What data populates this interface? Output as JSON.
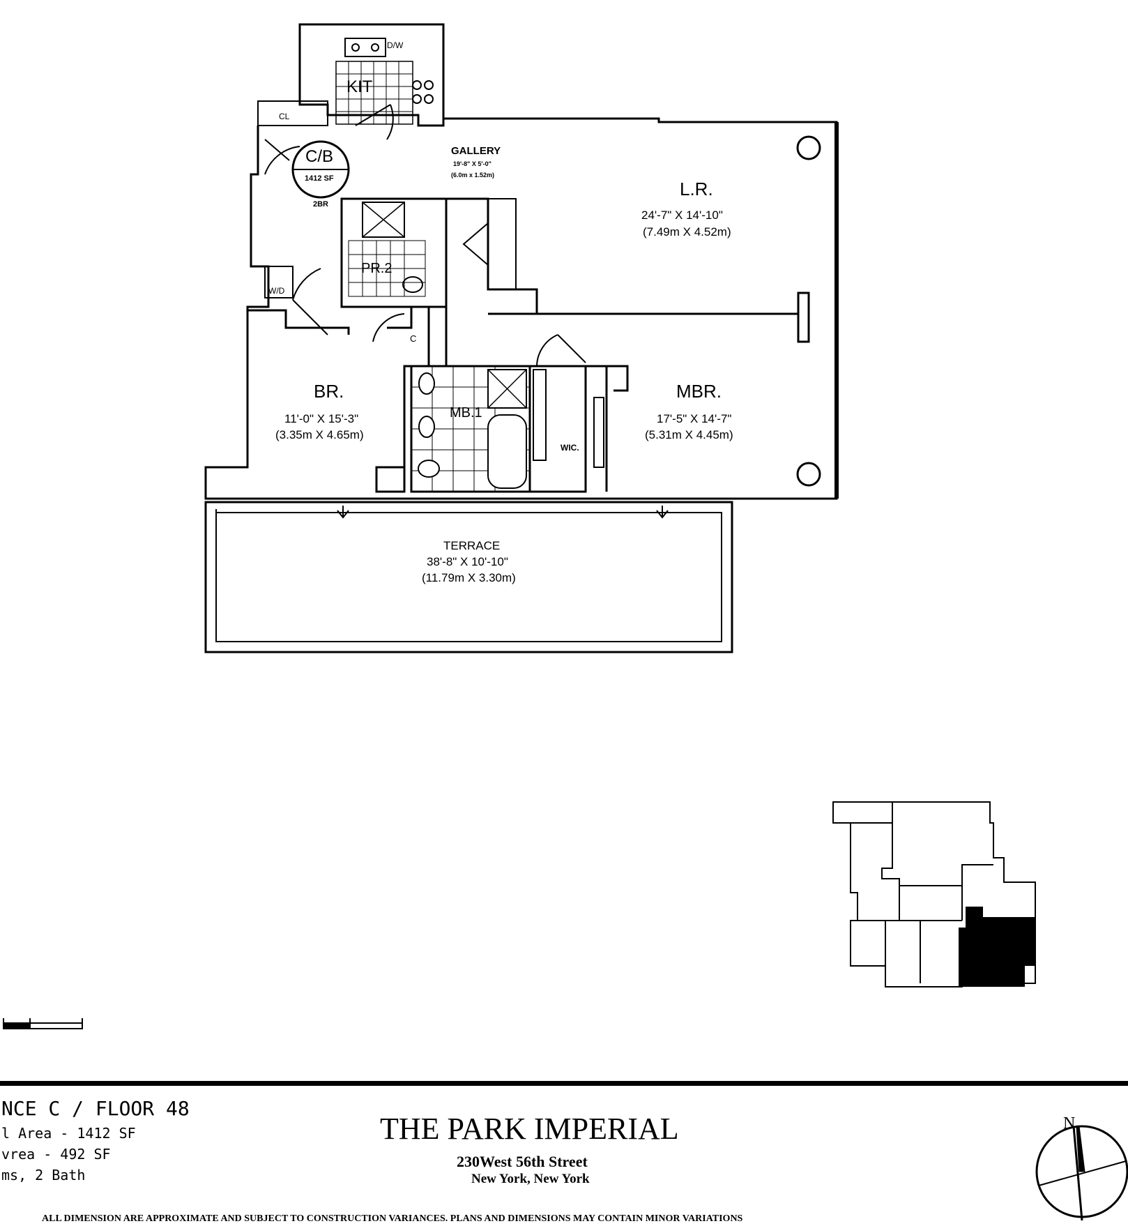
{
  "rooms": {
    "kitchen": "KIT",
    "dw": "D/W",
    "closet": "CL",
    "gallery": {
      "name": "GALLERY",
      "dim_ft": "19'-8\" X 5'-0\"",
      "dim_m": "(6.0m x 1.52m)"
    },
    "unit_badge": {
      "code": "C/B",
      "area": "1412 SF",
      "type": "2BR"
    },
    "living": {
      "name": "L.R.",
      "dim_ft": "24'-7\" X 14'-10\"",
      "dim_m": "(7.49m X 4.52m)"
    },
    "powder": "PR.2",
    "washer": "W/D",
    "bedroom": {
      "name": "BR.",
      "dim_ft": "11'-0\" X 15'-3\"",
      "dim_m": "(3.35m X 4.65m)"
    },
    "closet_c": "C",
    "master_bath": "MB.1",
    "walk_in_closet": "WIC.",
    "master": {
      "name": "MBR.",
      "dim_ft": "17'-5\" X 14'-7\"",
      "dim_m": "(5.31m X 4.45m)"
    },
    "terrace": {
      "name": "TERRACE",
      "dim_ft": "38'-8\" X 10'-10\"",
      "dim_m": "(11.79m X 3.30m)"
    }
  },
  "unit_info": {
    "line1": "NCE C / FLOOR 48",
    "line2": "l Area - 1412 SF",
    "line3": "vrea - 492 SF",
    "line4": "ms, 2 Bath"
  },
  "building": {
    "name": "THE PARK IMPERIAL",
    "address": "230West 56th Street",
    "city": "New York, New York"
  },
  "compass_label": "N",
  "disclaimer": "ALL DIMENSION ARE APPROXIMATE AND SUBJECT TO CONSTRUCTION VARIANCES. PLANS AND DIMENSIONS MAY CONTAIN MINOR VARIATIONS"
}
